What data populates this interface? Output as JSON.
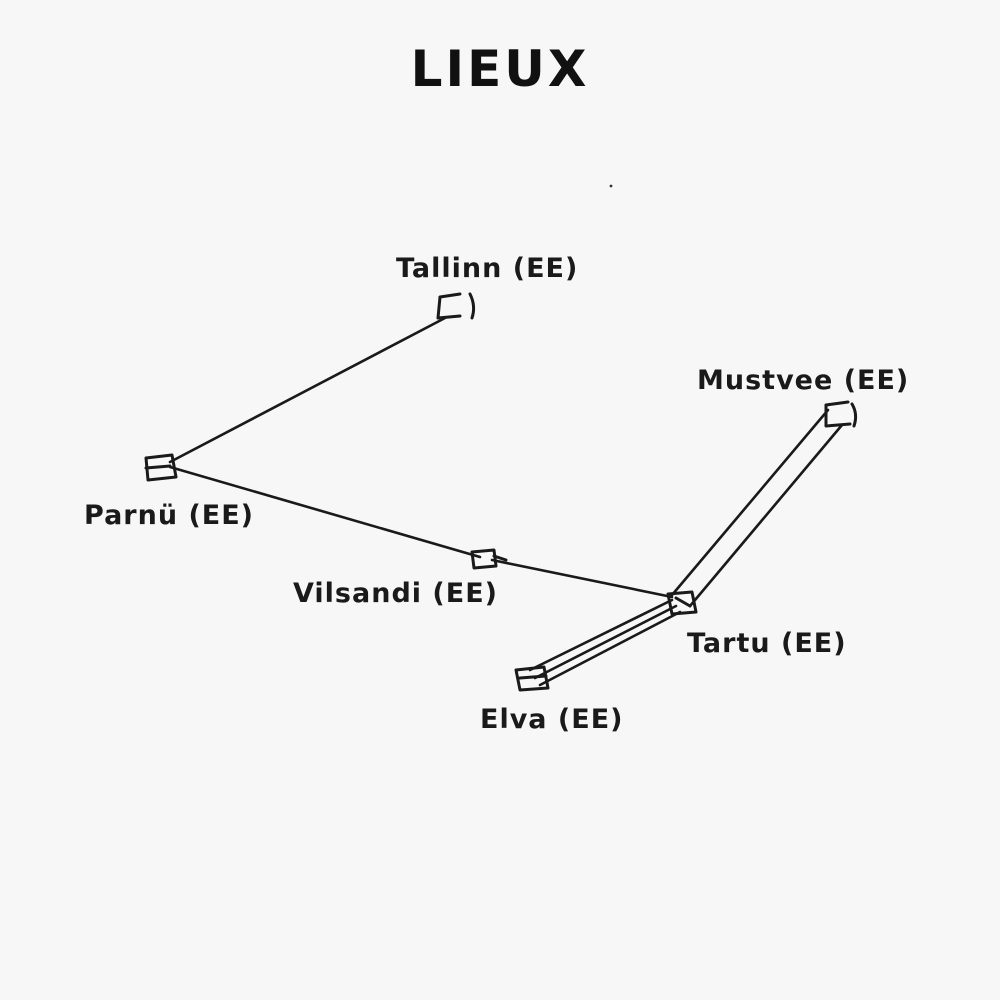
{
  "title": "LIEUX",
  "nodes": {
    "tallinn": "Tallinn (EE)",
    "mustvee": "Mustvee (EE)",
    "parnu": "Parnü (EE)",
    "vilsandi": "Vilsandi (EE)",
    "tartu": "Tartu (EE)",
    "elva": "Elva (EE)"
  },
  "edges": [
    [
      "Parnü (EE)",
      "Tallinn (EE)"
    ],
    [
      "Parnü (EE)",
      "Vilsandi (EE)"
    ],
    [
      "Vilsandi (EE)",
      "Tartu (EE)"
    ],
    [
      "Tartu (EE)",
      "Mustvee (EE)"
    ],
    [
      "Tartu (EE)",
      "Elva (EE)"
    ]
  ]
}
